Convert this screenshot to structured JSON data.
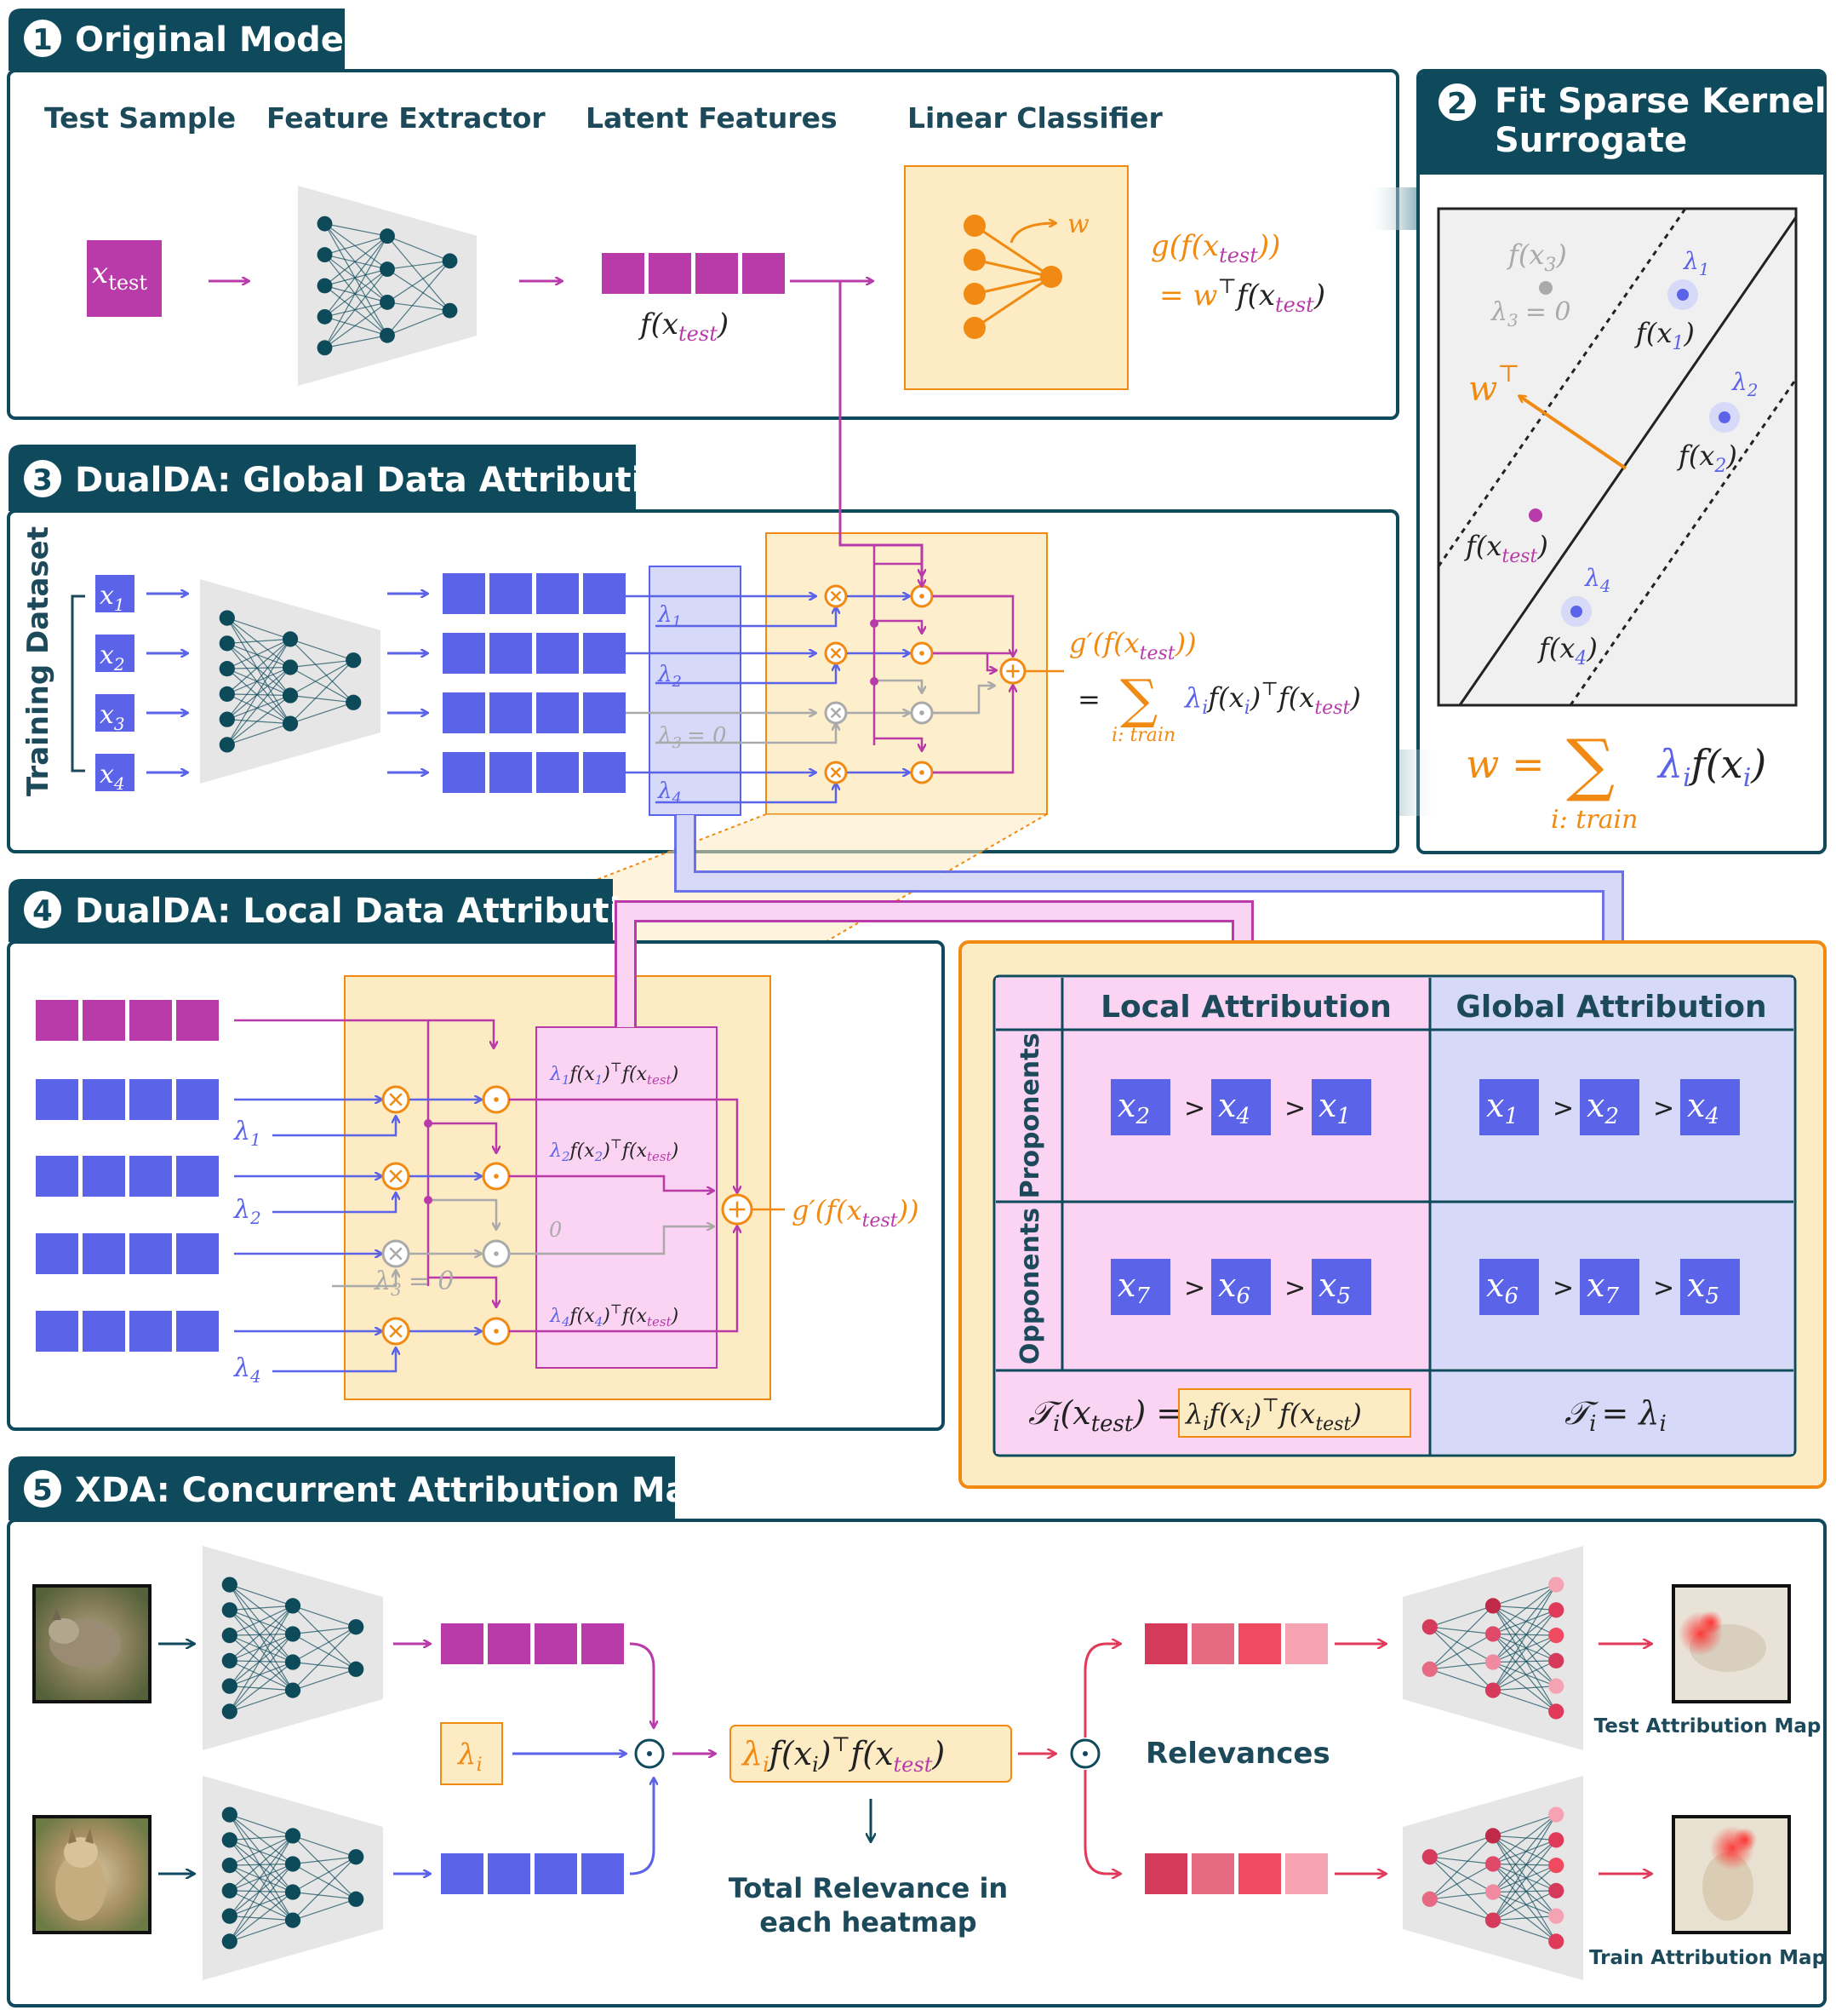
{
  "colors": {
    "teal": "#0f4a5c",
    "magenta": "#b83ba9",
    "blue": "#5b63e8",
    "orange": "#f08a12",
    "gray": "#e6e6e6",
    "node": "#0d4a5a",
    "red": "#e03a5a",
    "pink_bg": "#fbd3f3",
    "lavender_bg": "#d6d9f7",
    "yellow_bg": "#fdebc3"
  },
  "panel1": {
    "num": "1",
    "title": "Original Model",
    "headers": [
      "Test Sample",
      "Feature Extractor",
      "Latent Features",
      "Linear Classifier"
    ],
    "x_test": "x",
    "x_test_sub": "test",
    "feat_label": "f(x",
    "feat_sub": "test",
    "w": "w",
    "g_line1": "g(f(x",
    "g_line1_sub": "test",
    "g_line1_end": "))",
    "g_line2": "= w",
    "g_line2_t": "⊤",
    "g_line2_b": "f(x",
    "g_line2_sub": "test",
    "g_line2_end": ")"
  },
  "panel2": {
    "num": "2",
    "title_line1": "Fit Sparse Kernel",
    "title_line2": "Surrogate",
    "points": [
      {
        "label": "f(x",
        "sub": "3",
        "lambda": "λ",
        "lsub": "3",
        "leq": "= 0"
      },
      {
        "label": "f(x",
        "sub": "1",
        "lambda": "λ",
        "lsub": "1"
      },
      {
        "label": "f(x",
        "sub": "2",
        "lambda": "λ",
        "lsub": "2"
      },
      {
        "label": "f(x",
        "sub": "test"
      },
      {
        "label": "f(x",
        "sub": "4",
        "lambda": "λ",
        "lsub": "4"
      }
    ],
    "wT": "w",
    "wT_sup": "⊤",
    "formula_lhs": "w =",
    "formula_sum": "∑",
    "formula_under": "i: train",
    "formula_rhs": "λ",
    "formula_rhs_i": "i",
    "formula_rhs_f": "f(x",
    "formula_rhs_end": ")"
  },
  "panel3": {
    "num": "3",
    "title": "DualDA: Global Data Attribution",
    "side_label": "Training Dataset",
    "inputs": [
      "x1",
      "x2",
      "x3",
      "x4"
    ],
    "input_base": "x",
    "input_subs": [
      "1",
      "2",
      "3",
      "4"
    ],
    "lambdas": [
      "λ",
      "λ",
      "λ",
      "λ"
    ],
    "lambda_subs": [
      "1",
      "2",
      "3",
      "4"
    ],
    "lambda3_eq": "= 0",
    "out_line1": "g′(f(x",
    "out_line1_sub": "test",
    "out_line1_end": "))",
    "out_eq": "=",
    "out_sum": "∑",
    "out_under": "i: train",
    "out_rhs": "λ",
    "out_rhs_i": "i",
    "out_rhs_a": "f(x",
    "out_rhs_b": ")",
    "out_rhs_t": "⊤",
    "out_rhs_c": "f(x",
    "out_rhs_sub": "test",
    "out_rhs_end": ")"
  },
  "panel4": {
    "num": "4",
    "title": "DualDA: Local Data Attribution",
    "lambdas": [
      "λ",
      "λ",
      "λ",
      "λ"
    ],
    "lambda_subs": [
      "1",
      "2",
      "3",
      "4"
    ],
    "lambda3_eq": "= 0",
    "terms": [
      "λ₁f(x₁)ᵀf(xtest)",
      "λ₂f(x₂)ᵀf(xtest)",
      "0",
      "λ₄f(x₄)ᵀf(xtest)"
    ],
    "term_parts": [
      {
        "a": "λ",
        "s": "1",
        "b": "f(x",
        "c": "1",
        "d": ")",
        "t": "⊤",
        "e": "f(x",
        "f": "test",
        "g": ")"
      },
      {
        "a": "λ",
        "s": "2",
        "b": "f(x",
        "c": "2",
        "d": ")",
        "t": "⊤",
        "e": "f(x",
        "f": "test",
        "g": ")"
      },
      {
        "a": "λ",
        "s": "4",
        "b": "f(x",
        "c": "4",
        "d": ")",
        "t": "⊤",
        "e": "f(x",
        "f": "test",
        "g": ")"
      }
    ],
    "zero": "0",
    "out": "g′(f(x",
    "out_sub": "test",
    "out_end": "))"
  },
  "table": {
    "col_local": "Local Attribution",
    "col_global": "Global Attribution",
    "row_prop": "Proponents",
    "row_opp": "Opponents",
    "gt": ">",
    "base": "x",
    "local_prop": [
      "2",
      "4",
      "1"
    ],
    "global_prop": [
      "1",
      "2",
      "4"
    ],
    "local_opp": [
      "7",
      "6",
      "5"
    ],
    "global_opp": [
      "6",
      "7",
      "5"
    ],
    "tau": "𝒯",
    "tau_i": "i",
    "local_formula_a": "(x",
    "local_formula_sub": "test",
    "local_formula_b": ") =",
    "local_box": "λ",
    "local_box_i": "i",
    "local_box_b": "f(x",
    "local_box_c": ")",
    "local_box_t": "⊤",
    "local_box_d": "f(x",
    "local_box_sub": "test",
    "local_box_e": ")",
    "global_formula_eq": "= λ",
    "global_formula_i": "i"
  },
  "panel5": {
    "num": "5",
    "title": "XDA: Concurrent Attribution Maps",
    "lambda": "λ",
    "lambda_i": "i",
    "prod_a": "λ",
    "prod_i": "i",
    "prod_b": "f(x",
    "prod_c": ")",
    "prod_t": "⊤",
    "prod_d": "f(x",
    "prod_sub": "test",
    "prod_e": ")",
    "total_line1": "Total Relevance in",
    "total_line2": "each heatmap",
    "relevances": "Relevances",
    "test_map": "Test Attribution Map",
    "train_map": "Train Attribution Map"
  }
}
